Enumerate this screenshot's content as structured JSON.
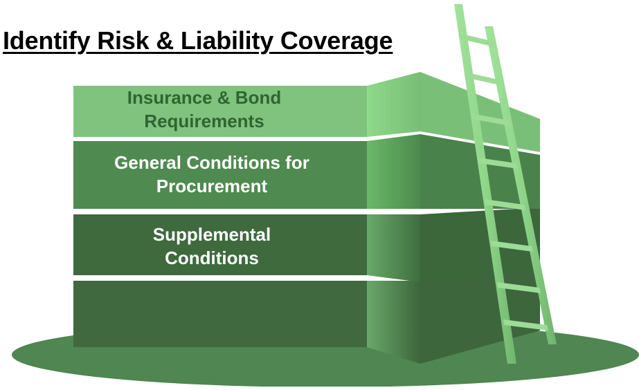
{
  "title": "Identify Risk & Liability Coverage",
  "blocks": [
    {
      "line1": "Insurance & Bond",
      "line2": "Requirements",
      "text_color": "#2f6530"
    },
    {
      "line1": "General Conditions for",
      "line2": "Procurement",
      "text_color": "#ffffff"
    },
    {
      "line1": "Supplemental",
      "line2": "Conditions",
      "text_color": "#ffffff"
    },
    {
      "line1": "",
      "line2": ""
    }
  ],
  "colors": {
    "ground": "#4f8651",
    "block_top_front": "#7fc37f",
    "block_mid_front": "#4f8a50",
    "block_low_front": "#3e6a3e",
    "block_base_front": "#40693f",
    "ladder": "#8fd68a"
  }
}
